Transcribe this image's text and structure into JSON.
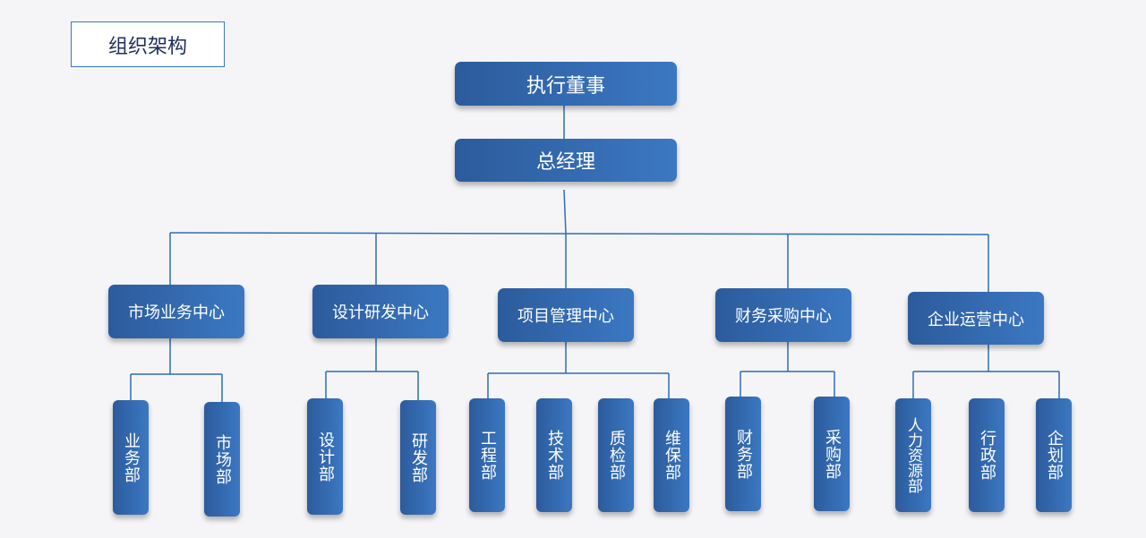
{
  "title": "组织架构",
  "colors": {
    "node": "#3b78c2",
    "line": "#2e6db4"
  },
  "nodes": {
    "exec": "执行董事",
    "gm": "总经理",
    "market": "市场业务中心",
    "design": "设计研发中心",
    "project": "项目管理中心",
    "finance": "财务采购中心",
    "ops": "企业运营中心",
    "d_business": "业务部",
    "d_market": "市场部",
    "d_design": "设计部",
    "d_rnd": "研发部",
    "d_engineering": "工程部",
    "d_tech": "技术部",
    "d_qc": "质检部",
    "d_maint": "维保部",
    "d_finance": "财务部",
    "d_purchase": "采购部",
    "d_hr": "人力资源部",
    "d_admin": "行政部",
    "d_planning": "企划部"
  }
}
